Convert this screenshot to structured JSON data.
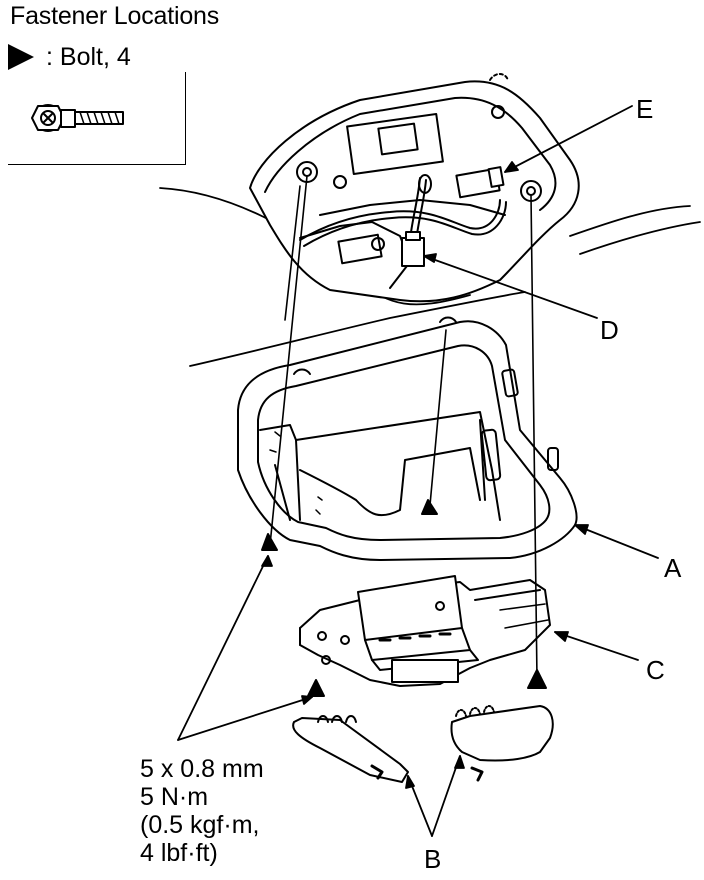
{
  "title": "Fastener Locations",
  "legend": {
    "symbol_icon": "filled-triangle-right",
    "text": ": Bolt, 4"
  },
  "callouts": {
    "A": "A",
    "B": "B",
    "C": "C",
    "D": "D",
    "E": "E"
  },
  "spec": {
    "size": "5 x 0.8 mm",
    "torque_nm": "5 N·m",
    "torque_kgfm": "(0.5 kgf·m,",
    "torque_lbfft": "4 lbf·ft)"
  }
}
